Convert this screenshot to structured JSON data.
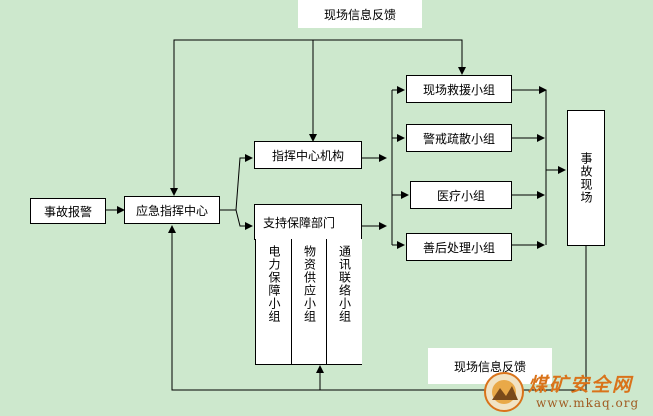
{
  "feedback_top": "现场信息反馈",
  "feedback_bottom": "现场信息反馈",
  "nodes": {
    "report": "事故报警",
    "emergency_center": "应急指挥中心",
    "command_org": "指挥中心机构",
    "support_dept": "支持保障部门",
    "rescue_group": "现场救援小组",
    "alert_group": "警戒疏散小组",
    "medical_group": "医疗小组",
    "aftermath_group": "善后处理小组",
    "accident_site": "事故现场"
  },
  "support_groups": {
    "power": "电力保障小组",
    "supply": "物资供应小组",
    "comm": "通讯联络小组"
  },
  "watermark": {
    "title": "煤矿安全网",
    "url": "www.mkaq.org"
  },
  "colors": {
    "background": "#cde8cd",
    "box": "#ffffff",
    "line": "#000000",
    "watermark": "#d9731a"
  }
}
